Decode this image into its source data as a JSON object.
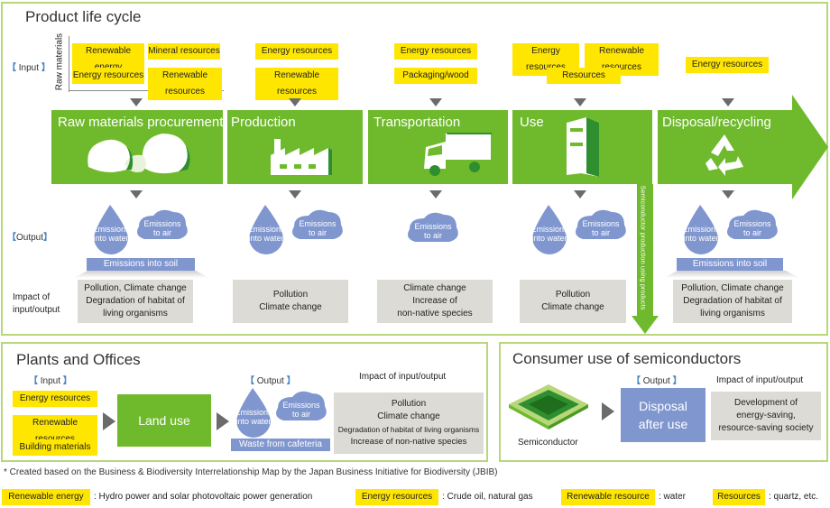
{
  "title": "Product life cycle",
  "labels": {
    "input": "Input",
    "output": "Output",
    "raw_materials": "Raw materials",
    "impact": "Impact of input/output",
    "impact_lines": [
      "Impact of",
      "input/output"
    ]
  },
  "stages": [
    {
      "name": "Raw materials procurement",
      "inputs": [
        "Renewable energy",
        "Mineral resources",
        "Energy resources",
        "Renewable resources"
      ]
    },
    {
      "name": "Production",
      "inputs": [
        "Energy resources",
        "Renewable resources"
      ]
    },
    {
      "name": "Transportation",
      "inputs": [
        "Energy resources",
        "Packaging/wood"
      ]
    },
    {
      "name": "Use",
      "inputs": [
        "Energy resources",
        "Renewable resources",
        "Resources"
      ]
    },
    {
      "name": "Disposal/recycling",
      "inputs": [
        "Energy resources"
      ]
    }
  ],
  "emissions": {
    "water": [
      "Emissions",
      "into water"
    ],
    "air": [
      "Emissions",
      "to air"
    ],
    "soil": "Emissions into soil"
  },
  "impacts": [
    [
      "Pollution, Climate change",
      "Degradation of habitat of",
      "living organisms"
    ],
    [
      "Pollution",
      "Climate change"
    ],
    [
      "Climate change",
      "Increase of",
      "non-native species"
    ],
    [
      "Pollution",
      "Climate change"
    ],
    [
      "Pollution, Climate change",
      "Degradation of habitat of",
      "living organisms"
    ]
  ],
  "vertical_label": "Semiconductor production using products",
  "plants": {
    "title": "Plants and Offices",
    "inputs": [
      "Energy resources",
      "Renewable resources",
      "Building materials"
    ],
    "center": "Land use",
    "waste": "Waste from cafeteria",
    "impact_title": "Impact of input/output",
    "impacts": [
      "Pollution",
      "Climate change",
      "Degradation of habitat of living organisms",
      "Increase of non-native species"
    ]
  },
  "consumer": {
    "title": "Consumer use of semiconductors",
    "semiconductor": "Semiconductor",
    "disposal": [
      "Disposal",
      "after use"
    ],
    "impact_title": "Impact of input/output",
    "impacts": [
      "Development of",
      "energy-saving,",
      "resource-saving society"
    ]
  },
  "footnote": "* Created based on the Business & Biodiversity Interrelationship Map by the Japan Business Initiative for Biodiversity (JBIB)",
  "legend": [
    {
      "term": "Renewable energy",
      "desc": ": Hydro power and solar photovoltaic power generation"
    },
    {
      "term": "Energy resources",
      "desc": ": Crude oil, natural gas"
    },
    {
      "term": "Renewable resource",
      "desc": ": water"
    },
    {
      "term": "Resources",
      "desc": ": quartz, etc."
    }
  ],
  "colors": {
    "green": "#6fba2c",
    "yellow": "#ffe600",
    "blue": "#7f96cf",
    "grey": "#dcdbd5"
  }
}
